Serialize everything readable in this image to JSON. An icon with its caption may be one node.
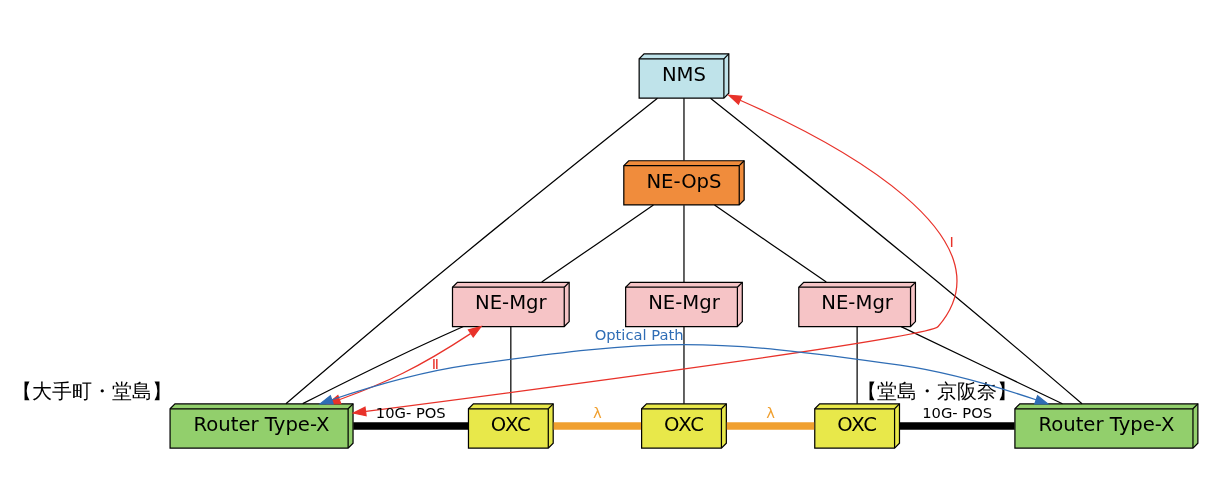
{
  "diagram": {
    "nodes": [
      {
        "text": [
          "NMS"
        ]
      },
      {
        "text": [
          "NE-OpS"
        ]
      },
      {
        "text": [
          "NE-Mgr"
        ]
      },
      {
        "text": [
          "NE-Mgr"
        ]
      },
      {
        "text": [
          "NE-Mgr"
        ]
      },
      {
        "text": [
          "Router Type-X"
        ],
        "beside": [
          "【大手町・堂島】"
        ]
      },
      {
        "text": [
          "OXC"
        ]
      },
      {
        "text": [
          "OXC"
        ]
      },
      {
        "text": [
          "OXC"
        ]
      },
      {
        "text": [
          "Router Type-X"
        ],
        "beside": [
          "【堂島・京阪奈】"
        ]
      }
    ],
    "edges": [
      {
        "from": 0,
        "to": 1,
        "arrow": "none"
      },
      {
        "from": 0,
        "to": 5,
        "arrow": "none"
      },
      {
        "from": 0,
        "to": 9,
        "arrow": "none"
      },
      {
        "from": 1,
        "to": 2,
        "arrow": "none"
      },
      {
        "from": 1,
        "to": 3,
        "arrow": "none"
      },
      {
        "from": 1,
        "to": 4,
        "arrow": "none"
      },
      {
        "from": 2,
        "to": 6,
        "arrow": "none"
      },
      {
        "from": 3,
        "to": 7,
        "arrow": "none"
      },
      {
        "from": 4,
        "to": 8,
        "arrow": "none"
      },
      {
        "from": 2,
        "to": 5,
        "arrow": "none"
      },
      {
        "from": 4,
        "to": 9,
        "arrow": "none"
      },
      {
        "from": 5,
        "to": 6,
        "arrow": "none",
        "label": "10G- POS",
        "style": "thick"
      },
      {
        "from": 6,
        "to": 7,
        "arrow": "none",
        "label": "λ",
        "style": "thick",
        "color": "#f0a030"
      },
      {
        "from": 7,
        "to": 8,
        "arrow": "none",
        "label": "λ",
        "style": "thick",
        "color": "#f0a030"
      },
      {
        "from": 8,
        "to": 9,
        "arrow": "none",
        "label": "10G- POS",
        "style": "thick"
      },
      {
        "from": 5,
        "to": 0,
        "arrow": "both",
        "label": "Ⅰ",
        "color": "#e8322a"
      },
      {
        "from": 5,
        "to": 2,
        "arrow": "both",
        "label": "Ⅱ",
        "color": "#e8322a"
      },
      {
        "from": 5,
        "to": 9,
        "arrow": "both",
        "label": "Optical Path",
        "color": "#2f6db5"
      }
    ]
  }
}
